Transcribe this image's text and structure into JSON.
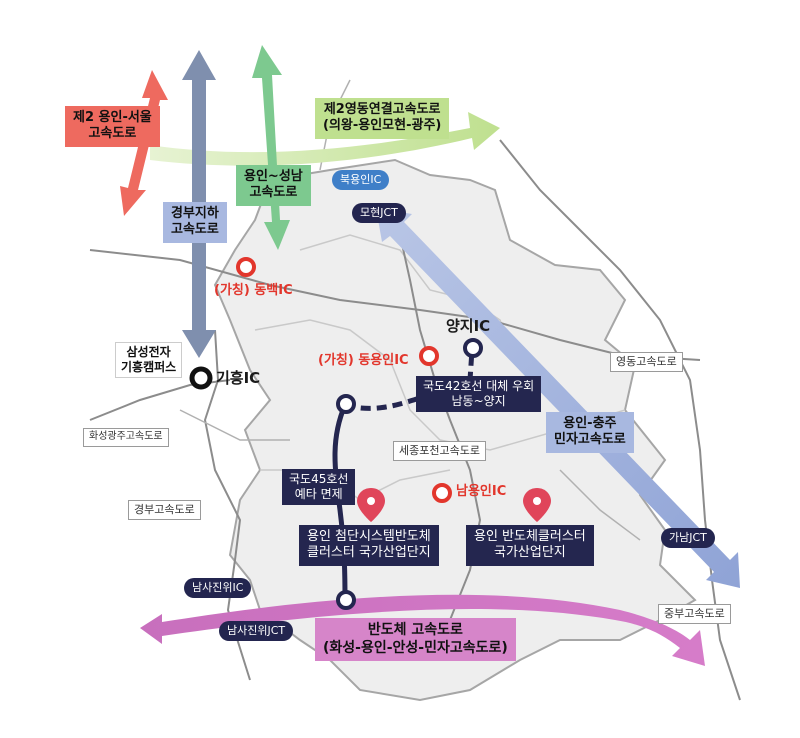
{
  "highways": {
    "second_yongin_seoul": "제2 용인-서울\n고속도로",
    "yeongdong_link": "제2영동연결고속도로\n(의왕-용인모현-광주)",
    "yongin_seongnam": "용인~성남\n고속도로",
    "gyeongbu_underground": "경부지하\n고속도로",
    "yongin_chungju": "용인-충주\n민자고속도로",
    "semiconductor": "반도체 고속도로\n(화성-용인-안성-민자고속도로)"
  },
  "existing_roads": {
    "yeongdong": "영동고속도로",
    "hwaseong_gwangju": "화성광주고속도로",
    "sejong_pocheon": "세종포천고속도로",
    "gyeongbu": "경부고속도로",
    "jungbu": "중부고속도로"
  },
  "interchanges": {
    "buk_yongin": "북용인IC",
    "mohyeon_jct": "모현JCT",
    "dongbaek": "(가칭) 동백IC",
    "yangji": "양지IC",
    "dong_yongin": "(가칭) 동용인IC",
    "giheung": "기흥IC",
    "nam_yongin": "남용인IC",
    "gahnam_jct": "가남JCT",
    "namsajinwi_ic": "남사진위IC",
    "namsajinwi_jct": "남사진위JCT"
  },
  "places": {
    "samsung_campus": "삼성전자\n기흥캠퍼스",
    "route42": "국도42호선 대체 우회\n남동~양지",
    "route45": "국도45호선\n예타 면제",
    "cluster_national": "용인 첨단시스템반도체\n클러스터 국가산업단지",
    "cluster_general": "용인 반도체클러스터\n국가산업단지"
  },
  "colors": {
    "red": "#ee6a5f",
    "green": "#7dc98f",
    "slate": "#7f8fae",
    "lime": "#bfe08f",
    "periwinkle": "#a8b8e0",
    "magenta": "#c86fbd",
    "navy": "#24264f",
    "marker_red": "#e2362c",
    "pin": "#e0455a"
  }
}
